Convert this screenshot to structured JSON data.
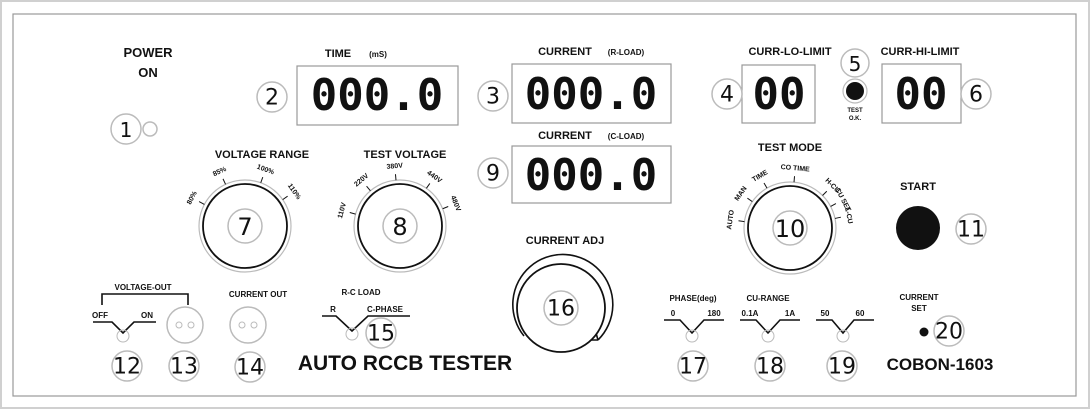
{
  "power": {
    "label_top": "POWER",
    "label_bottom": "ON",
    "number": "1"
  },
  "time": {
    "label": "TIME",
    "unit": "(mS)",
    "value": "000.0",
    "number": "2"
  },
  "current_r": {
    "label": "CURRENT",
    "sub": "(R-LOAD)",
    "value": "000.0",
    "number": "3"
  },
  "current_c": {
    "label": "CURRENT",
    "sub": "(C-LOAD)",
    "value": "000.0",
    "number": "9"
  },
  "lo_limit": {
    "label": "CURR-LO-LIMIT",
    "value": "00",
    "number": "4"
  },
  "test_ok": {
    "label_top": "TEST",
    "label_bottom": "O.K.",
    "number": "5"
  },
  "hi_limit": {
    "label": "CURR-HI-LIMIT",
    "value": "00",
    "number": "6"
  },
  "voltage_range": {
    "label": "VOLTAGE RANGE",
    "ticks": [
      "80%",
      "85%",
      "100%",
      "110%"
    ],
    "number": "7"
  },
  "test_voltage": {
    "label": "TEST VOLTAGE",
    "ticks": [
      "110V",
      "220V",
      "380V",
      "440V",
      "480V"
    ],
    "number": "8"
  },
  "test_mode": {
    "label": "TEST MODE",
    "ticks": [
      "AUTO",
      "MAN",
      "TIME",
      "CO TIME",
      "H-CU",
      "CU SET",
      "L-CU"
    ],
    "number": "10"
  },
  "start": {
    "label": "START",
    "number": "11"
  },
  "current_adj": {
    "label": "CURRENT ADJ",
    "number": "16"
  },
  "voltage_out": {
    "label": "VOLTAGE-OUT",
    "off": "OFF",
    "on": "ON",
    "switch_number": "12",
    "socket_number": "13"
  },
  "current_out": {
    "label": "CURRENT OUT",
    "number": "14"
  },
  "rc_load": {
    "label": "R-C LOAD",
    "left": "R",
    "right": "C-PHASE",
    "number": "15"
  },
  "title": "AUTO RCCB TESTER",
  "phase": {
    "label": "PHASE(deg)",
    "left": "0",
    "right": "180",
    "number": "17"
  },
  "cu_range": {
    "label": "CU-RANGE",
    "left": "0.1A",
    "right": "1A",
    "number": "18"
  },
  "freq": {
    "left": "50",
    "right": "60",
    "number": "19"
  },
  "current_set": {
    "label_top": "CURRENT",
    "label_bottom": "SET",
    "number": "20"
  },
  "model": "COBON-1603"
}
